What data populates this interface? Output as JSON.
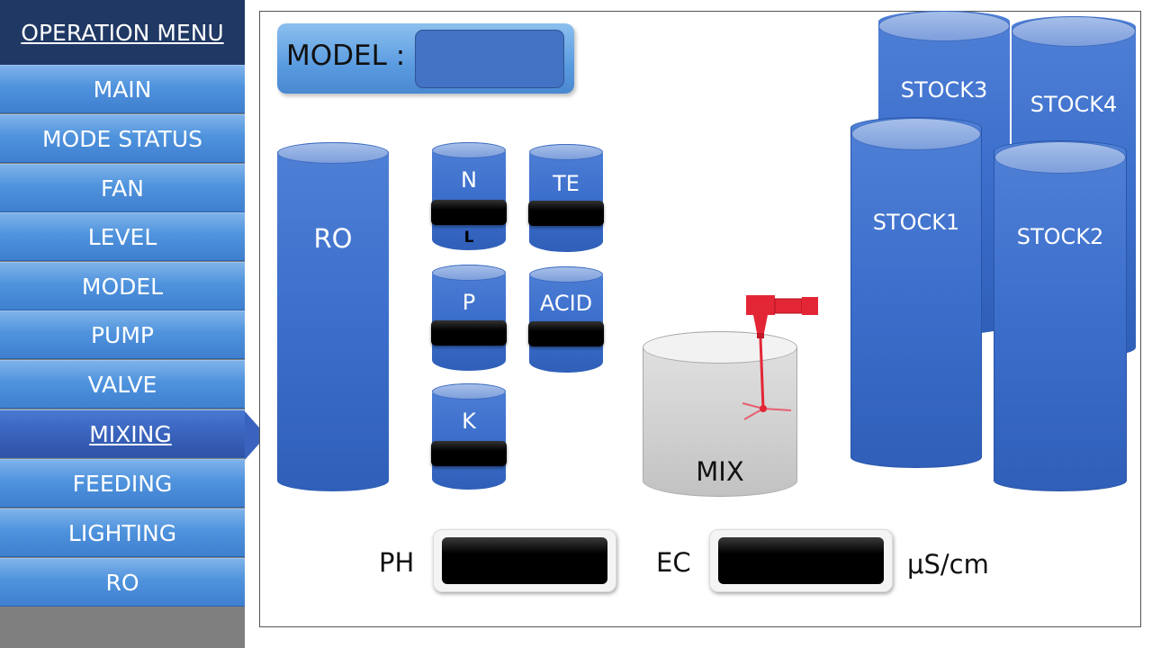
{
  "sidebar": {
    "title": "OPERATION MENU",
    "items": [
      {
        "label": "MAIN"
      },
      {
        "label": "MODE STATUS"
      },
      {
        "label": "FAN"
      },
      {
        "label": "LEVEL"
      },
      {
        "label": "MODEL"
      },
      {
        "label": "PUMP"
      },
      {
        "label": "VALVE"
      },
      {
        "label": "MIXING",
        "active": true
      },
      {
        "label": "FEEDING"
      },
      {
        "label": "LIGHTING"
      },
      {
        "label": "RO"
      }
    ]
  },
  "model": {
    "label": "MODEL :",
    "value": ""
  },
  "tanks": {
    "ro": "RO",
    "n": "N",
    "n_level": "L",
    "te": "TE",
    "p": "P",
    "acid": "ACID",
    "k": "K",
    "mix": "MIX",
    "stock1": "STOCK1",
    "stock2": "STOCK2",
    "stock3": "STOCK3",
    "stock4": "STOCK4"
  },
  "readouts": {
    "ph_label": "PH",
    "ph_value": "",
    "ec_label": "EC",
    "ec_value": "",
    "ec_unit": "μS/cm"
  },
  "colors": {
    "menu_title_bg": "#1f3864",
    "menu_item": "#4f93dd",
    "menu_active": "#3963bd",
    "tank_blue": "#3c6fcc",
    "mixer_red": "#e32636"
  }
}
